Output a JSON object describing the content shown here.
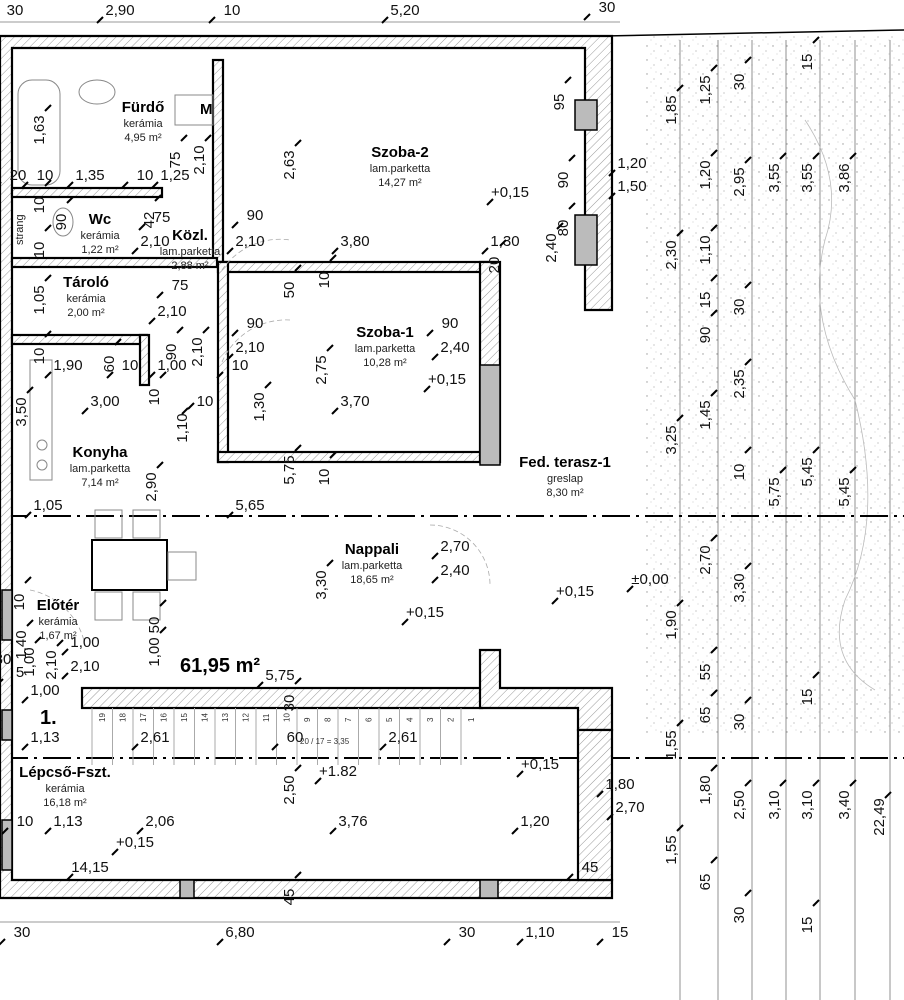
{
  "plan": {
    "total_area": "61,95 m²",
    "floor_marker": "1.",
    "rooms": [
      {
        "name": "Fürdő",
        "floor": "kerámia",
        "area": "4,95 m²"
      },
      {
        "name": "Wc",
        "floor": "kerámia",
        "area": "1,22 m²"
      },
      {
        "name": "Közl.",
        "floor": "lam.parketta",
        "area": "2,88 m²"
      },
      {
        "name": "Szoba-2",
        "floor": "lam.parketta",
        "area": "14,27 m²"
      },
      {
        "name": "Tároló",
        "floor": "kerámia",
        "area": "2,00 m²"
      },
      {
        "name": "Szoba-1",
        "floor": "lam.parketta",
        "area": "10,28 m²"
      },
      {
        "name": "Konyha",
        "floor": "lam.parketta",
        "area": "7,14 m²"
      },
      {
        "name": "Fed. terasz-1",
        "floor": "greslap",
        "area": "8,30 m²"
      },
      {
        "name": "Nappali",
        "floor": "lam.parketta",
        "area": "18,65 m²"
      },
      {
        "name": "Előtér",
        "floor": "kerámia",
        "area": "1,67 m²"
      },
      {
        "name": "Lépcső-Fszt.",
        "floor": "kerámia",
        "area": "16,18 m²"
      }
    ],
    "labels": {
      "m": "M",
      "strang": "strang",
      "stair_formula": "20 / 17 = 3,35",
      "stair_steps": [
        "19",
        "18",
        "17",
        "16",
        "15",
        "14",
        "13",
        "12",
        "11",
        "10",
        "9",
        "8",
        "7",
        "6",
        "5",
        "4",
        "3",
        "2",
        "1"
      ]
    },
    "dims": [
      "30",
      "2,90",
      "10",
      "5,20",
      "30",
      "1,63",
      "2,63",
      "20",
      "10",
      "1,35",
      "10",
      "1,25",
      "75",
      "2,10",
      "90",
      "10",
      "10",
      "42",
      "75",
      "2,10",
      "90",
      "2,10",
      "3,80",
      "1,30",
      "2,40",
      "80",
      "20",
      "95",
      "90",
      "1,20",
      "1,50",
      "+0,15",
      "1,05",
      "75",
      "2,10",
      "50",
      "10",
      "90",
      "2,10",
      "90",
      "2,40",
      "2,75",
      "+0,15",
      "10",
      "1,90",
      "60",
      "10",
      "1,00",
      "90",
      "2,10",
      "10",
      "3,50",
      "3,00",
      "10",
      "10",
      "1,30",
      "3,70",
      "1,10",
      "2,90",
      "5,75",
      "10",
      "1,05",
      "5,65",
      "2,70",
      "2,40",
      "3,30",
      "+0,15",
      "+0,15",
      "±0,00",
      "10",
      "50",
      "1,00",
      "2,10",
      "1,00",
      "5,75",
      "1,40",
      "1,00",
      "2,10",
      "30",
      "5",
      "1,00",
      "30",
      "1,13",
      "2,61",
      "60",
      "2,61",
      "+1.82",
      "+0,15",
      "2,50",
      "10",
      "1,13",
      "2,06",
      "3,76",
      "1,20",
      "+0,15",
      "14,15",
      "45",
      "45",
      "1,80",
      "2,70",
      "30",
      "6,80",
      "30",
      "1,10",
      "15",
      "1,85",
      "2,30",
      "3,25",
      "1,90",
      "1,55",
      "1,55",
      "1,25",
      "1,20",
      "1,10",
      "15",
      "90",
      "1,45",
      "2,70",
      "55",
      "65",
      "1,80",
      "65",
      "30",
      "2,95",
      "30",
      "2,35",
      "10",
      "3,30",
      "30",
      "2,50",
      "30",
      "3,55",
      "5,75",
      "3,10",
      "15",
      "3,55",
      "5,45",
      "15",
      "3,10",
      "15",
      "3,86",
      "5,45",
      "3,40",
      "22,49"
    ]
  }
}
